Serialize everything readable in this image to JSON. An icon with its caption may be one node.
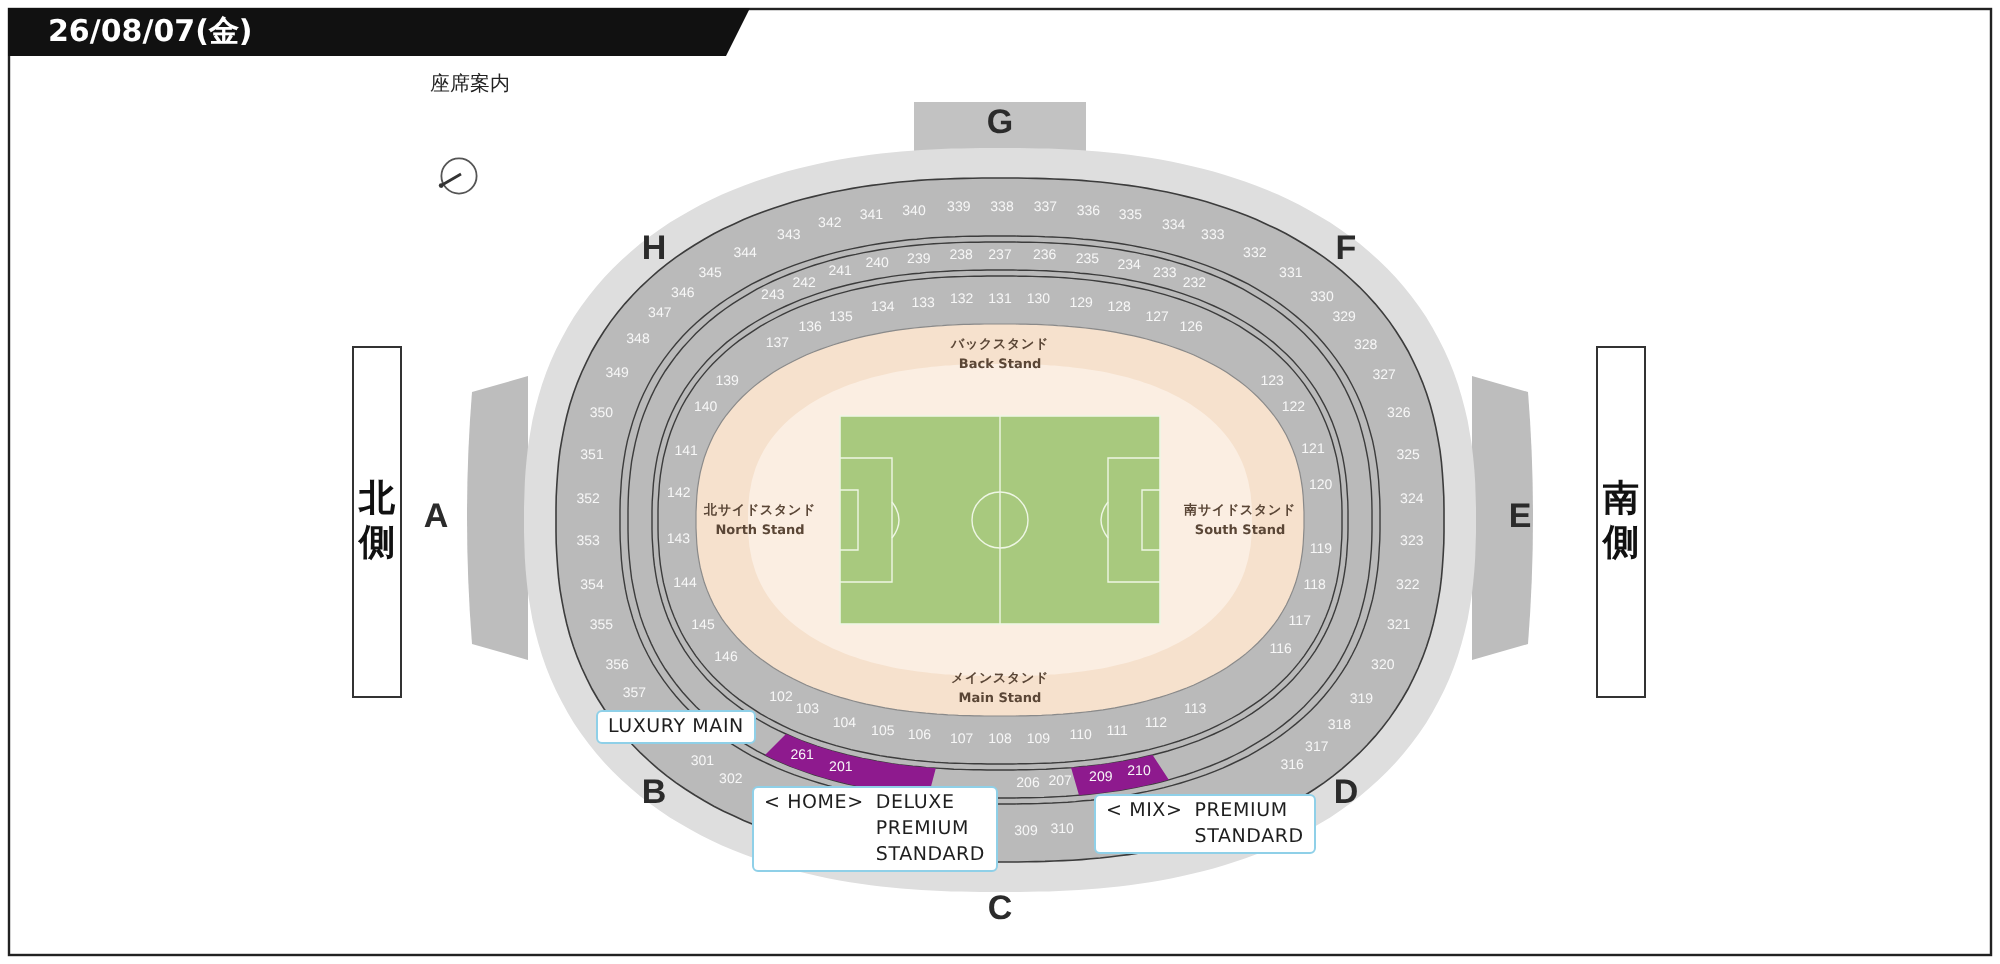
{
  "diagram": {
    "title": "26/08/07(金)",
    "nodes": [
      {
        "text": [
          "北側"
        ]
      },
      {
        "text": [
          "南側"
        ]
      },
      {
        "text": [
          "LUXURY MAIN"
        ]
      },
      {
        "text": [
          "< HOME>",
          "DELUXE PREMIUM STANDARD"
        ]
      },
      {
        "text": [
          "< MIX>",
          "PREMIUM STANDARD"
        ]
      }
    ],
    "labels": [
      "座席案内",
      "G",
      "341",
      "340",
      "339",
      "338",
      "337",
      "336",
      "335",
      "343",
      "342",
      "334",
      "333",
      "H",
      "344",
      "240",
      "239",
      "238",
      "237",
      "236",
      "235",
      "234",
      "332",
      "F",
      "345",
      "242",
      "241",
      "233",
      "232",
      "331",
      "346",
      "243",
      "134",
      "133",
      "132",
      "131",
      "130",
      "129",
      "128",
      "330",
      "347",
      "136",
      "135",
      "127",
      "126",
      "329",
      "348",
      "137",
      "バックスタンド",
      "328",
      "349",
      "139",
      "Back Stand",
      "123",
      "327",
      "350",
      "140",
      "122",
      "326",
      "351",
      "141",
      "121",
      "325",
      "352",
      "142",
      "120",
      "324",
      "A",
      "北サイドスタンド",
      "南サイドスタンド",
      "E",
      "North Stand",
      "South Stand",
      "353",
      "143",
      "119",
      "323",
      "354",
      "144",
      "118",
      "322",
      "355",
      "145",
      "117",
      "321",
      "356",
      "146",
      "116",
      "320",
      "メインスタンド",
      "357",
      "102",
      "Main Stand",
      "319",
      "103",
      "113",
      "104",
      "112",
      "318",
      "105",
      "106",
      "107",
      "108",
      "109",
      "110",
      "111",
      "317",
      "301",
      "261",
      "201",
      "316",
      "302",
      "206",
      "207",
      "209",
      "210",
      "B",
      "D",
      "309",
      "310",
      "C"
    ]
  }
}
